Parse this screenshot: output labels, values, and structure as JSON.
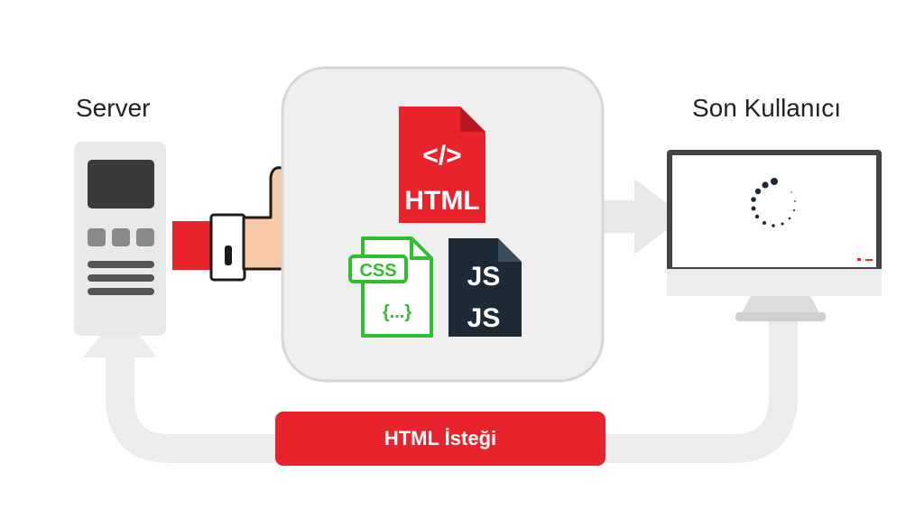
{
  "server": {
    "label": "Server"
  },
  "end_user": {
    "label": "Son Kullanıcı"
  },
  "files": {
    "html": {
      "symbol": "</>",
      "label": "HTML",
      "color": "#e8232c"
    },
    "css": {
      "label": "CSS",
      "braces": "{...}",
      "color": "#2ebf2e"
    },
    "js": {
      "top_label": "JS",
      "bottom_label": "JS",
      "color": "#1c2a36"
    }
  },
  "request": {
    "label": "HTML İsteği",
    "color": "#e8232c"
  },
  "icons": [
    "server-icon",
    "stop-hand-icon",
    "monitor-icon",
    "loading-spinner-icon"
  ]
}
